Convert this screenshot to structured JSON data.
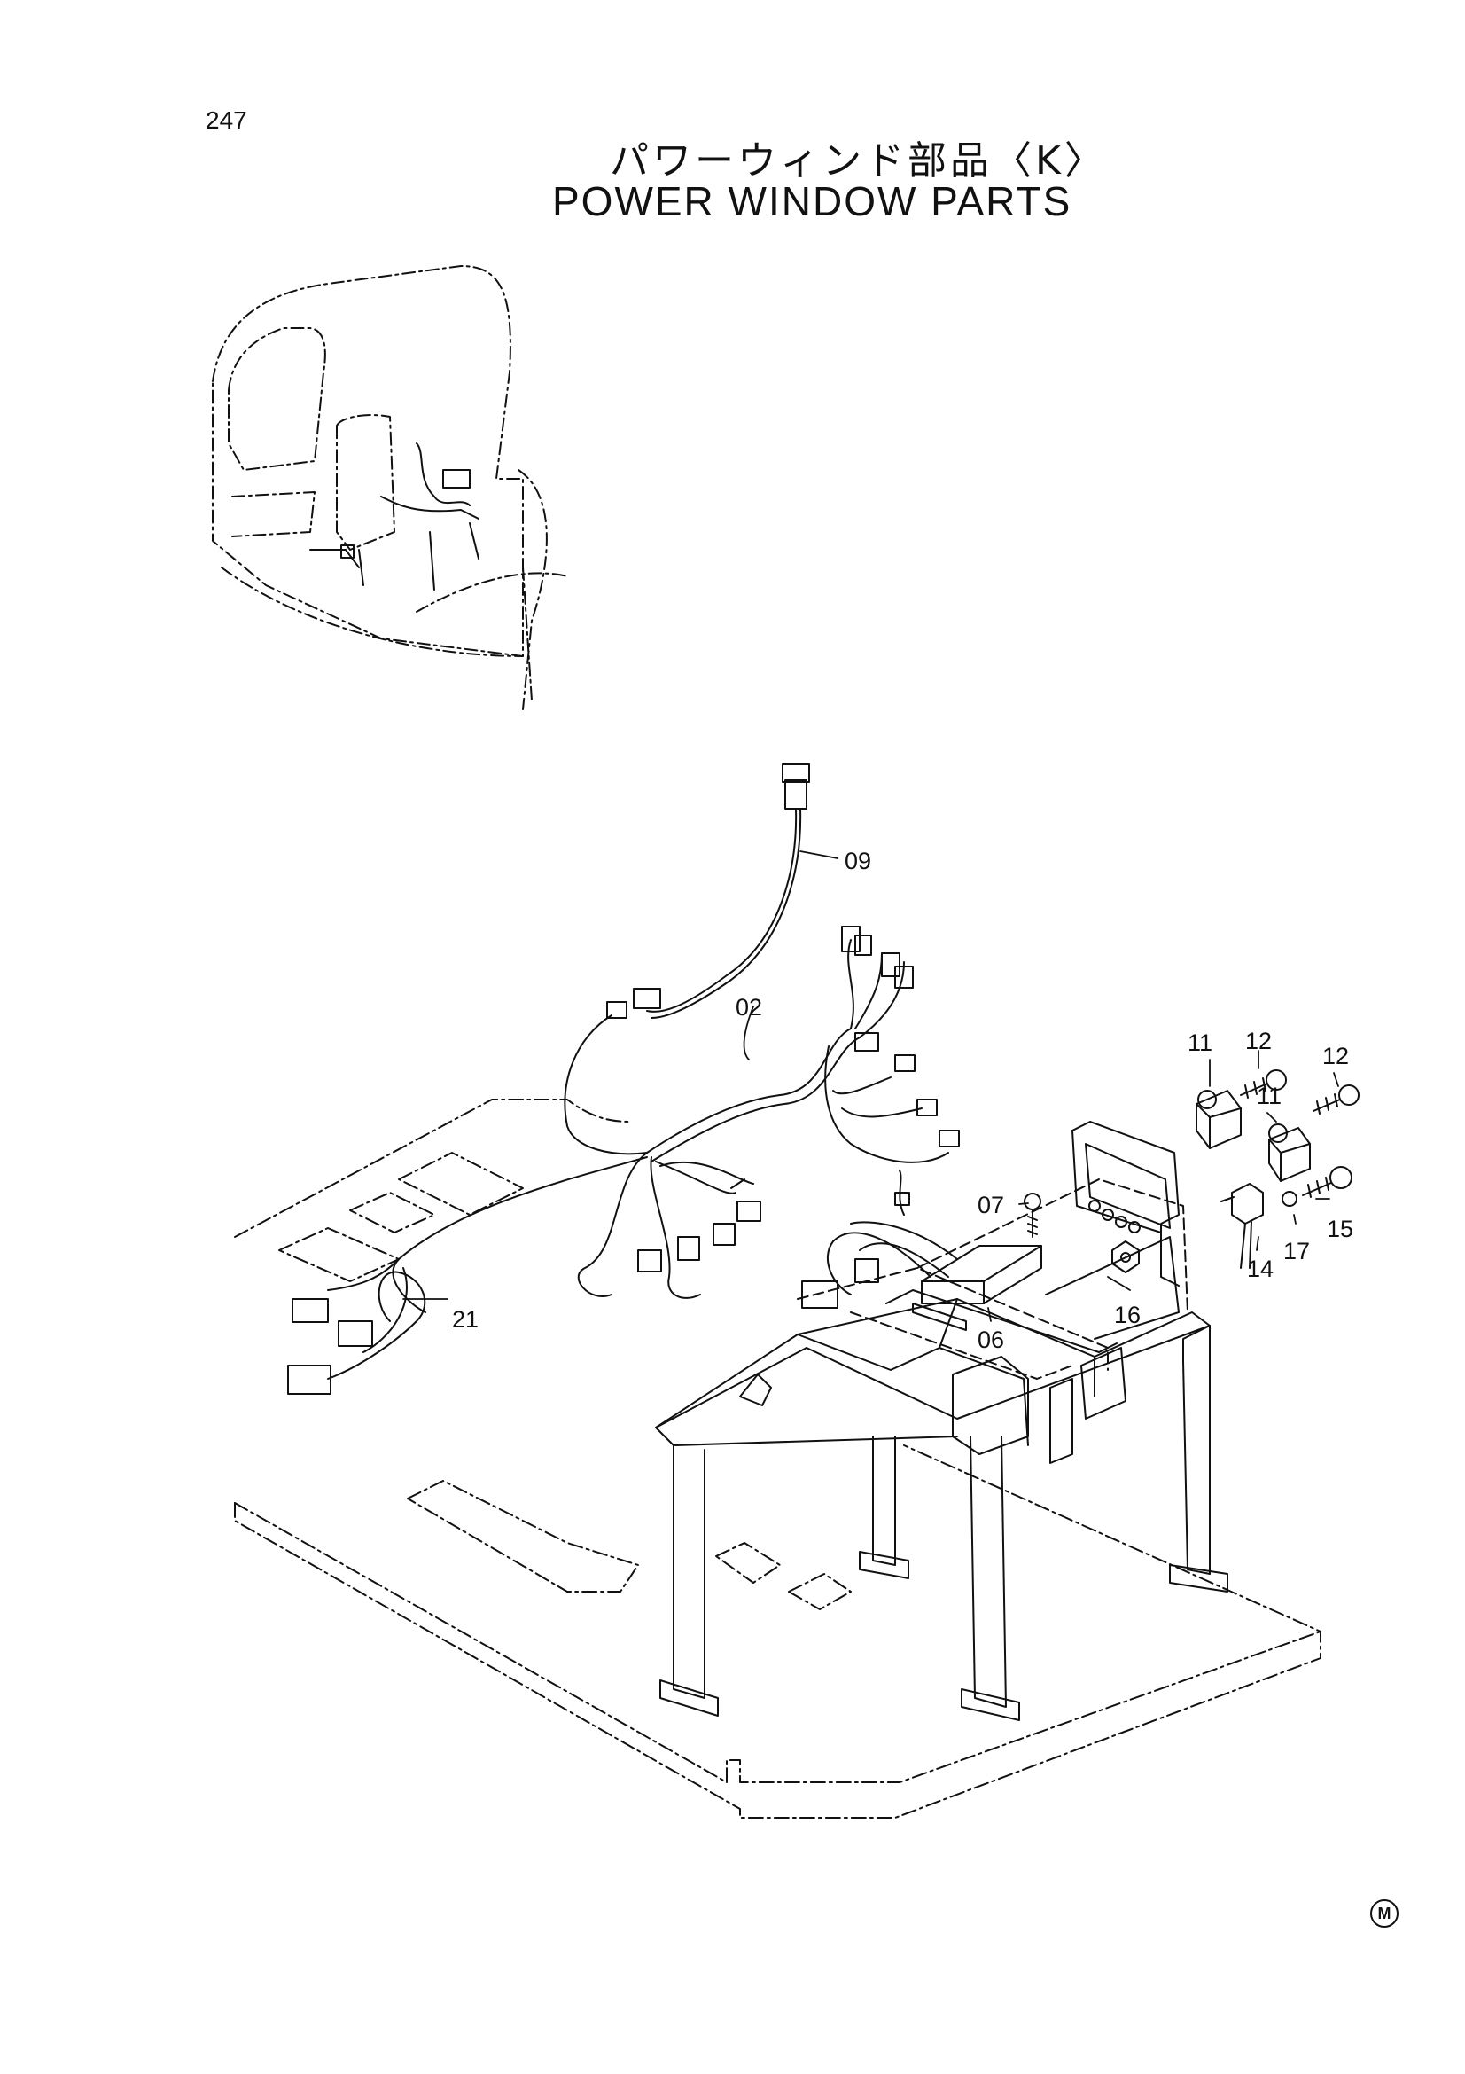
{
  "page": {
    "number": "247",
    "title_jp": "パワーウィンド部品〈K〉",
    "title_en": "POWER WINDOW PARTS",
    "mark": "M"
  },
  "callouts": [
    "09",
    "02",
    "12",
    "11",
    "12",
    "11",
    "07",
    "15",
    "17",
    "14",
    "16",
    "06",
    "21"
  ]
}
